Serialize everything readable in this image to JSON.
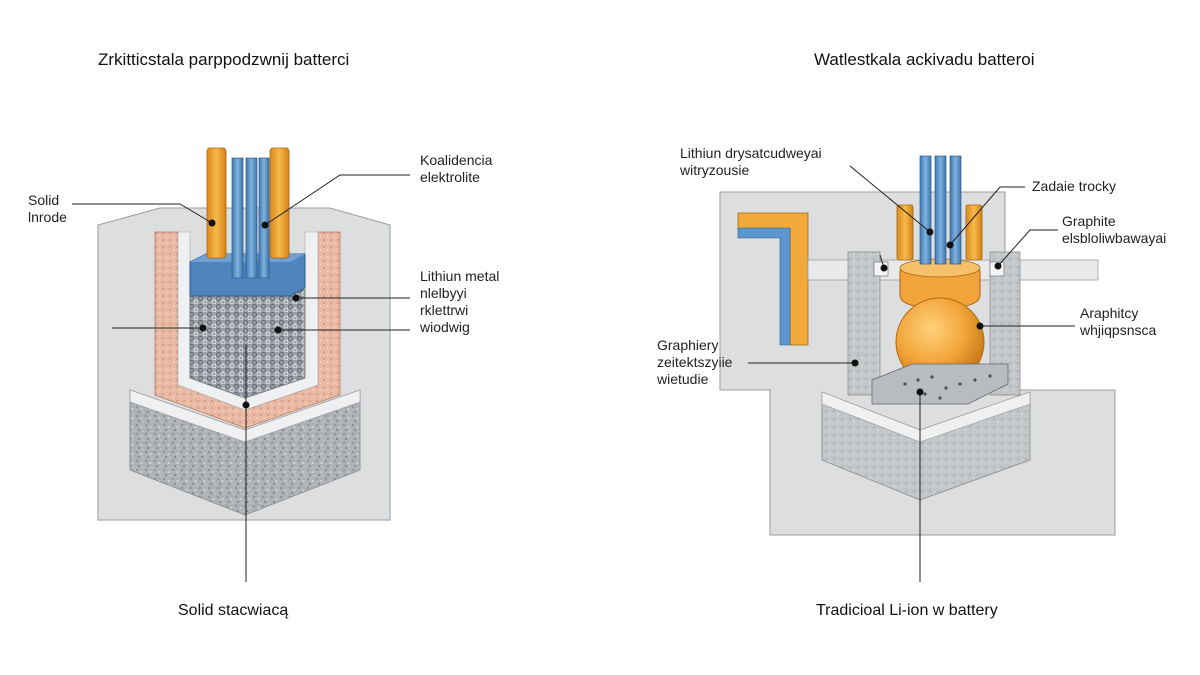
{
  "left": {
    "title": "Zrkitticstala parppodzwnij batterci",
    "caption": "Solid stacwiacą",
    "labels": {
      "solid_anode": [
        "Solid",
        "lnrode"
      ],
      "koalidencia": [
        "Koalidencia",
        "elektrolite"
      ],
      "lithium_metal": [
        "Lithiun metal",
        "nlelbyyi",
        "rklettrwi",
        "wiodwig"
      ]
    }
  },
  "right": {
    "title": "Watlestkala ackivadu batteroi",
    "caption": "Tradicioal Li-ion w battery",
    "labels": {
      "lithium_top": [
        "Lithiun drysatcudweyai",
        "witryzousie"
      ],
      "zadaie": [
        "Zadaie trocky"
      ],
      "graphite": [
        "Graphite",
        "elsbloliwbawayai"
      ],
      "arraphity": [
        "Araphitcy",
        "whjiqpsnsca"
      ],
      "graphiery": [
        "Graphiery",
        "zeitektszyiie",
        "wietudie"
      ]
    }
  },
  "colors": {
    "gray_wall": "#dcdedf",
    "concrete": "#b5b8bb",
    "electrode_orange": "#f0a93a",
    "electrode_blue": "#5b97cc",
    "lithium_block": "#4f84bf",
    "separator_pink": "#eab9a3",
    "sphere": "#f2a43a"
  }
}
